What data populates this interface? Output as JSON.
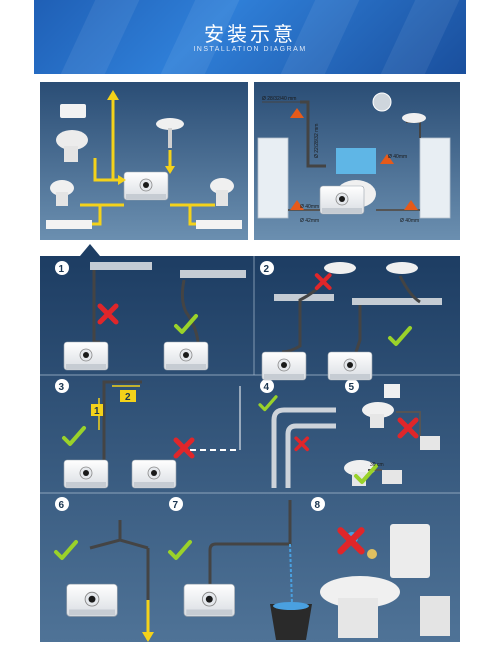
{
  "header": {
    "title": "安装示意",
    "subtitle": "INSTALLATION DIAGRAM"
  },
  "dimensions": {
    "pipe_diameter_top": "Ø 28/32/40 mm",
    "pipe_diameter_vertical": "Ø 22/28/32 mm",
    "outlet_40": "Ø 40mm",
    "floor_42_left": "Ø 42mm",
    "floor_40_left": "Ø 40mm",
    "floor_40_right": "Ø 40mm",
    "floor_clearance": "30 cm"
  },
  "steps": [
    "1",
    "2",
    "3",
    "4",
    "5",
    "6",
    "7",
    "8"
  ],
  "step3_labels": [
    "1",
    "2"
  ],
  "colors": {
    "panel": "#23456a",
    "accent_yellow": "#f4d21a",
    "check_green": "#9ad22a",
    "cross_red": "#e0262a",
    "banner": "#2f7fd8"
  }
}
